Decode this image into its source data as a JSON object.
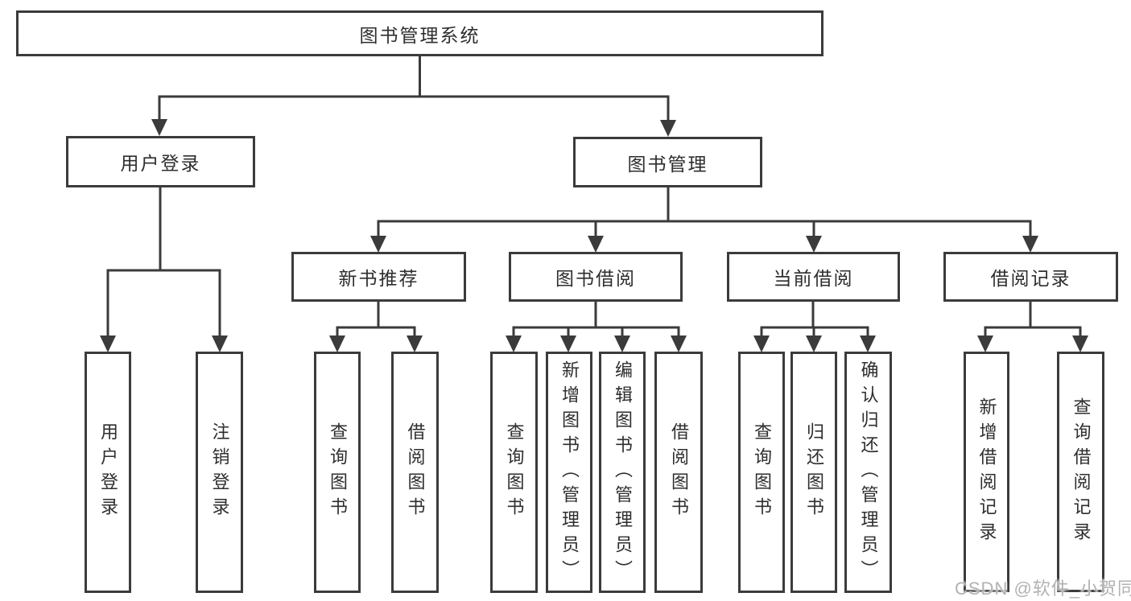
{
  "diagram": {
    "root": {
      "label": "图书管理系统"
    },
    "level1": {
      "user_login": {
        "label": "用户登录"
      },
      "book_management": {
        "label": "图书管理"
      }
    },
    "level2": {
      "new_book_recommend": {
        "label": "新书推荐"
      },
      "book_borrow": {
        "label": "图书借阅"
      },
      "current_borrow": {
        "label": "当前借阅"
      },
      "borrow_records": {
        "label": "借阅记录"
      }
    },
    "leaves": {
      "user_login": {
        "label": "用户登录"
      },
      "logout": {
        "label": "注销登录"
      },
      "query_book_1": {
        "label": "查询图书"
      },
      "borrow_book_1": {
        "label": "借阅图书"
      },
      "query_book_2": {
        "label": "查询图书"
      },
      "add_book_admin": {
        "label": "新增图书（管理员）"
      },
      "edit_book_admin": {
        "label": "编辑图书（管理员）"
      },
      "borrow_book_2": {
        "label": "借阅图书"
      },
      "query_book_3": {
        "label": "查询图书"
      },
      "return_book": {
        "label": "归还图书"
      },
      "confirm_return_admin": {
        "label": "确认归还（管理员）"
      },
      "add_borrow_record": {
        "label": "新增借阅记录"
      },
      "query_borrow_record": {
        "label": "查询借阅记录"
      }
    }
  },
  "watermark": {
    "text": "CSDN @软件_小贺同学"
  },
  "colors": {
    "line": "#3b3b3b",
    "box_border": "#3b3b3b",
    "text": "#2e2e2e",
    "watermark": "#b2b2b2",
    "background": "#ffffff"
  }
}
